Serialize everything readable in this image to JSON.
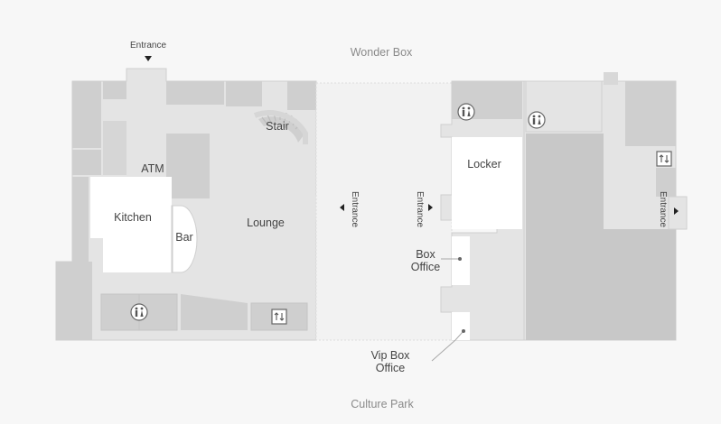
{
  "map": {
    "areas": {
      "north": "Wonder Box",
      "south": "Culture Park"
    },
    "rooms": {
      "stair": "Stair",
      "atm": "ATM",
      "kitchen": "Kitchen",
      "bar": "Bar",
      "lounge": "Lounge",
      "locker": "Locker",
      "box_office_line1": "Box",
      "box_office_line2": "Office",
      "vip_line1": "Vip Box",
      "vip_line2": "Office"
    },
    "entrances": {
      "top": "Entrance",
      "middle_left": "Entrance",
      "middle_right": "Entrance",
      "far_right": "Entrance"
    },
    "icons": {
      "restroom": "restroom-icon",
      "elevator": "elevator-icon",
      "arrow": "arrow-icon"
    },
    "colors": {
      "background": "#f7f7f7",
      "floor": "#e4e4e4",
      "block": "#cfcfcf",
      "block_dark": "#c4c4c4",
      "white": "#ffffff",
      "corridor": "#f2f2f2",
      "line": "#a8a8a8",
      "text": "#444444",
      "area_text": "#8a8a8a"
    }
  }
}
